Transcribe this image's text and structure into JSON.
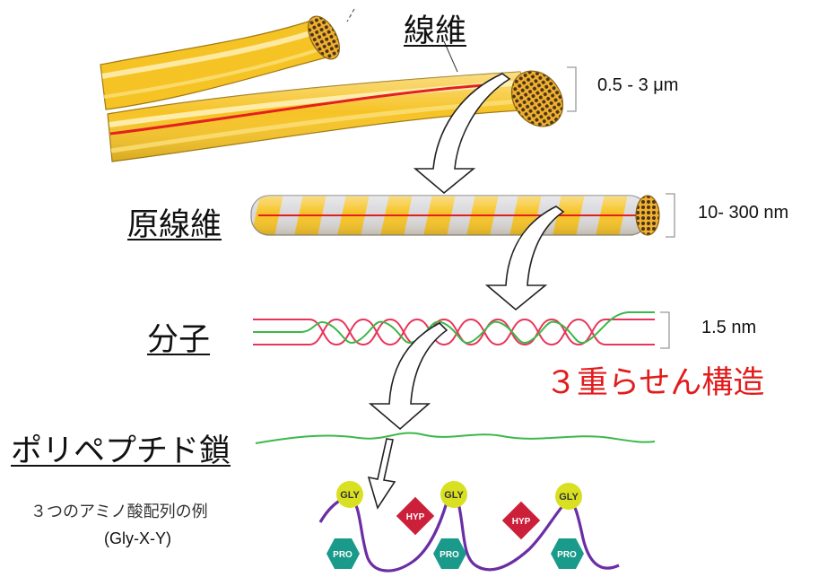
{
  "labels": {
    "fiber": "線維",
    "fibril": "原線維",
    "molecule": "分子",
    "triple_helix": "３重らせん構造",
    "polypeptide": "ポリペプチド鎖",
    "example_title": "３つのアミノ酸配列の例",
    "example_formula": "(Gly-X-Y)"
  },
  "sizes": {
    "fiber": "0.5 - 3 μm",
    "fibril": "10- 300 nm",
    "molecule": "1.5 nm"
  },
  "residues": {
    "gly": "GLY",
    "hyp": "HYP",
    "pro": "PRO"
  },
  "colors": {
    "fiber_yellow": "#f6c325",
    "fiber_red_line": "#e32020",
    "strand_pink": "#e8345a",
    "strand_green": "#3cb84a",
    "accent_red_text": "#e21b1b",
    "gly_circle": "#d9e021",
    "hyp_diamond": "#cc1f3a",
    "pro_hexagon": "#1a9a8a",
    "backbone_purple": "#6a2ea5"
  }
}
